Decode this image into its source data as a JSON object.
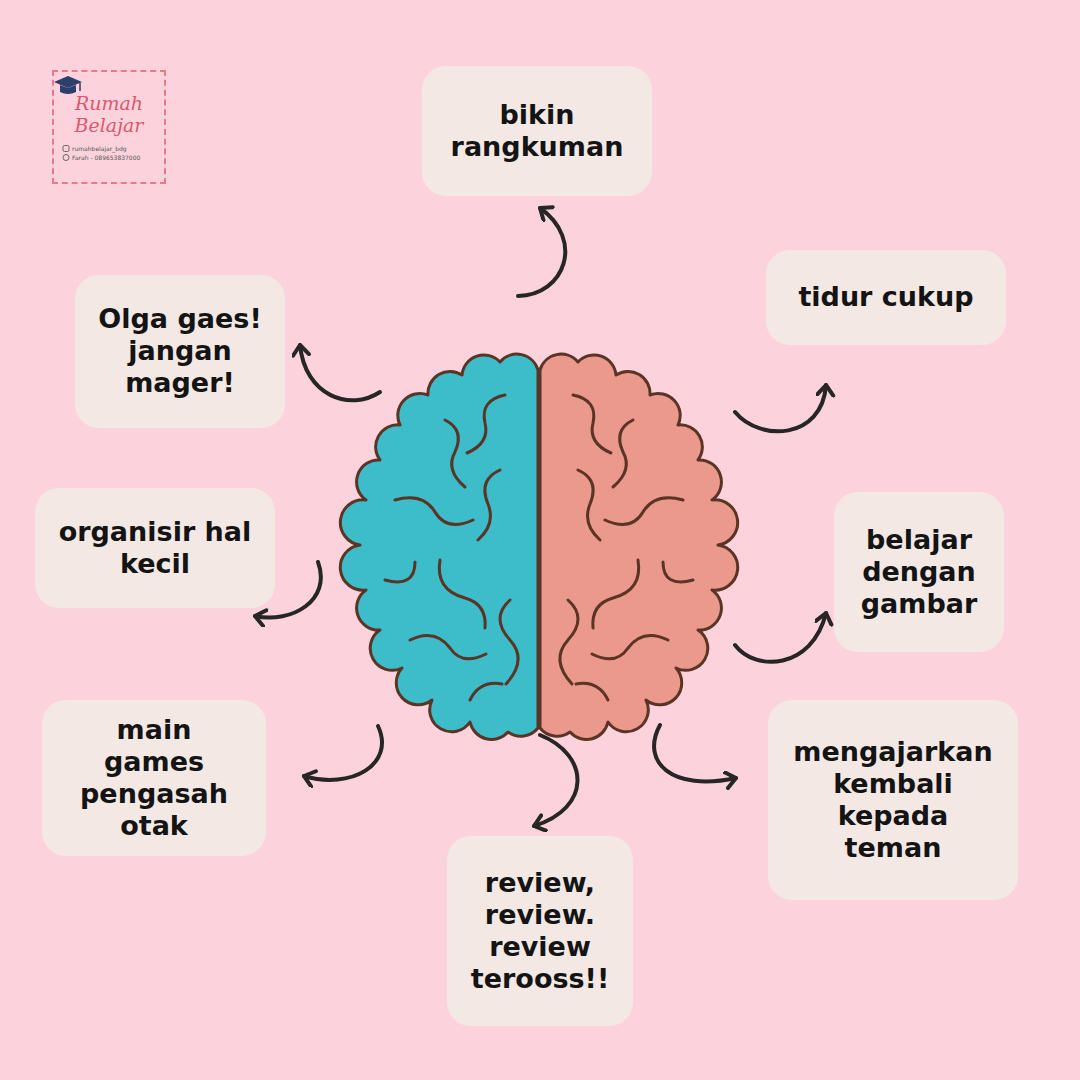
{
  "diagram": {
    "nodes": [
      {
        "text": [
          "Rumah Belajar",
          "rumahbelajar_bdg",
          "Farah - 089653837000"
        ]
      },
      {
        "text": [
          "bikin rangkuman"
        ]
      },
      {
        "text": [
          "Olga gaes! jangan mager!"
        ]
      },
      {
        "text": [
          "tidur cukup"
        ]
      },
      {
        "text": [
          "organisir hal kecil"
        ]
      },
      {
        "text": [
          "belajar dengan gambar"
        ]
      },
      {
        "text": [
          "main games pengasah otak"
        ]
      },
      {
        "text": [
          "mengajarkan kembali kepada teman"
        ]
      },
      {
        "text": [
          "review, review. review terooss!!"
        ]
      }
    ]
  }
}
